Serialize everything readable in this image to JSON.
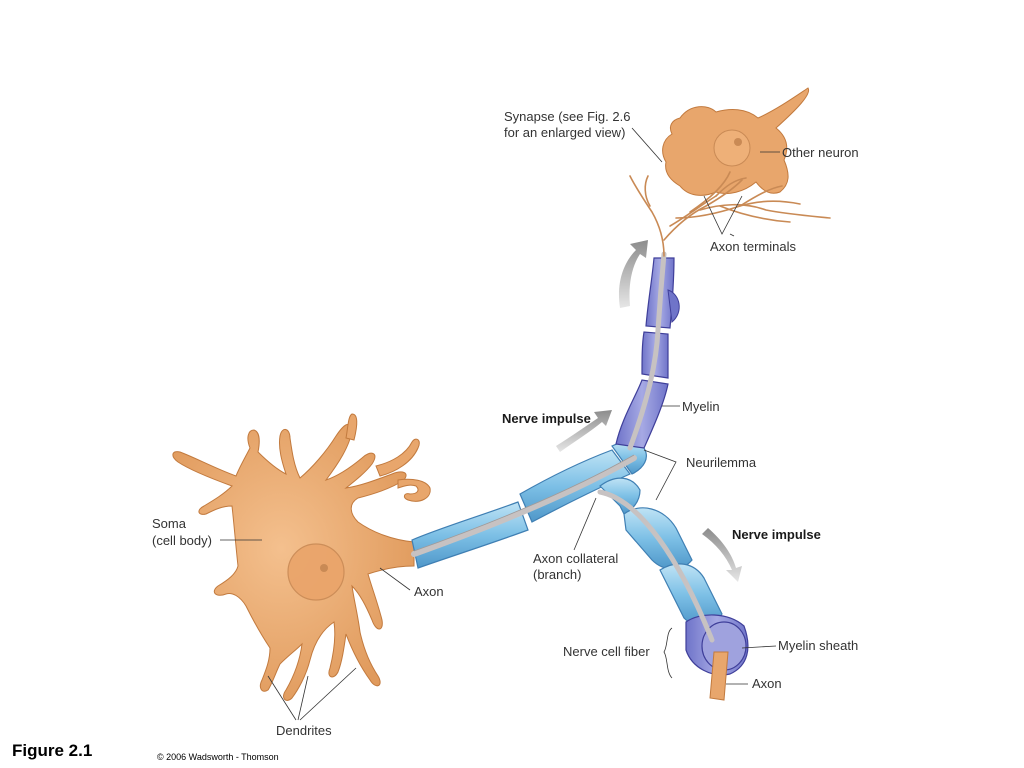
{
  "figure": {
    "caption": "Figure 2.1",
    "copyright": "© 2006 Wadsworth - Thomson"
  },
  "labels": {
    "synapse_line1": "Synapse (see Fig. 2.6",
    "synapse_line2": "for an enlarged view)",
    "other_neuron": "Other neuron",
    "axon_terminals": "Axon terminals",
    "myelin": "Myelin",
    "nerve_impulse_upper": "Nerve impulse",
    "neurilemma": "Neurilemma",
    "nerve_impulse_lower": "Nerve impulse",
    "soma_line1": "Soma",
    "soma_line2": "(cell body)",
    "axon_collateral_line1": "Axon collateral",
    "axon_collateral_line2": "(branch)",
    "axon_main": "Axon",
    "nerve_cell_fiber": "Nerve cell fiber",
    "myelin_sheath": "Myelin sheath",
    "axon_end": "Axon",
    "dendrites": "Dendrites"
  },
  "colors": {
    "cell_fill": "#e8a66c",
    "cell_stroke": "#c27a3e",
    "myelin_blue": "#8ecbe8",
    "myelin_stroke": "#3f7fb3",
    "myelin_purple": "#8c8fd6",
    "axon_core": "#c7c2c2",
    "arrow_gray": "#9a9a9a"
  }
}
